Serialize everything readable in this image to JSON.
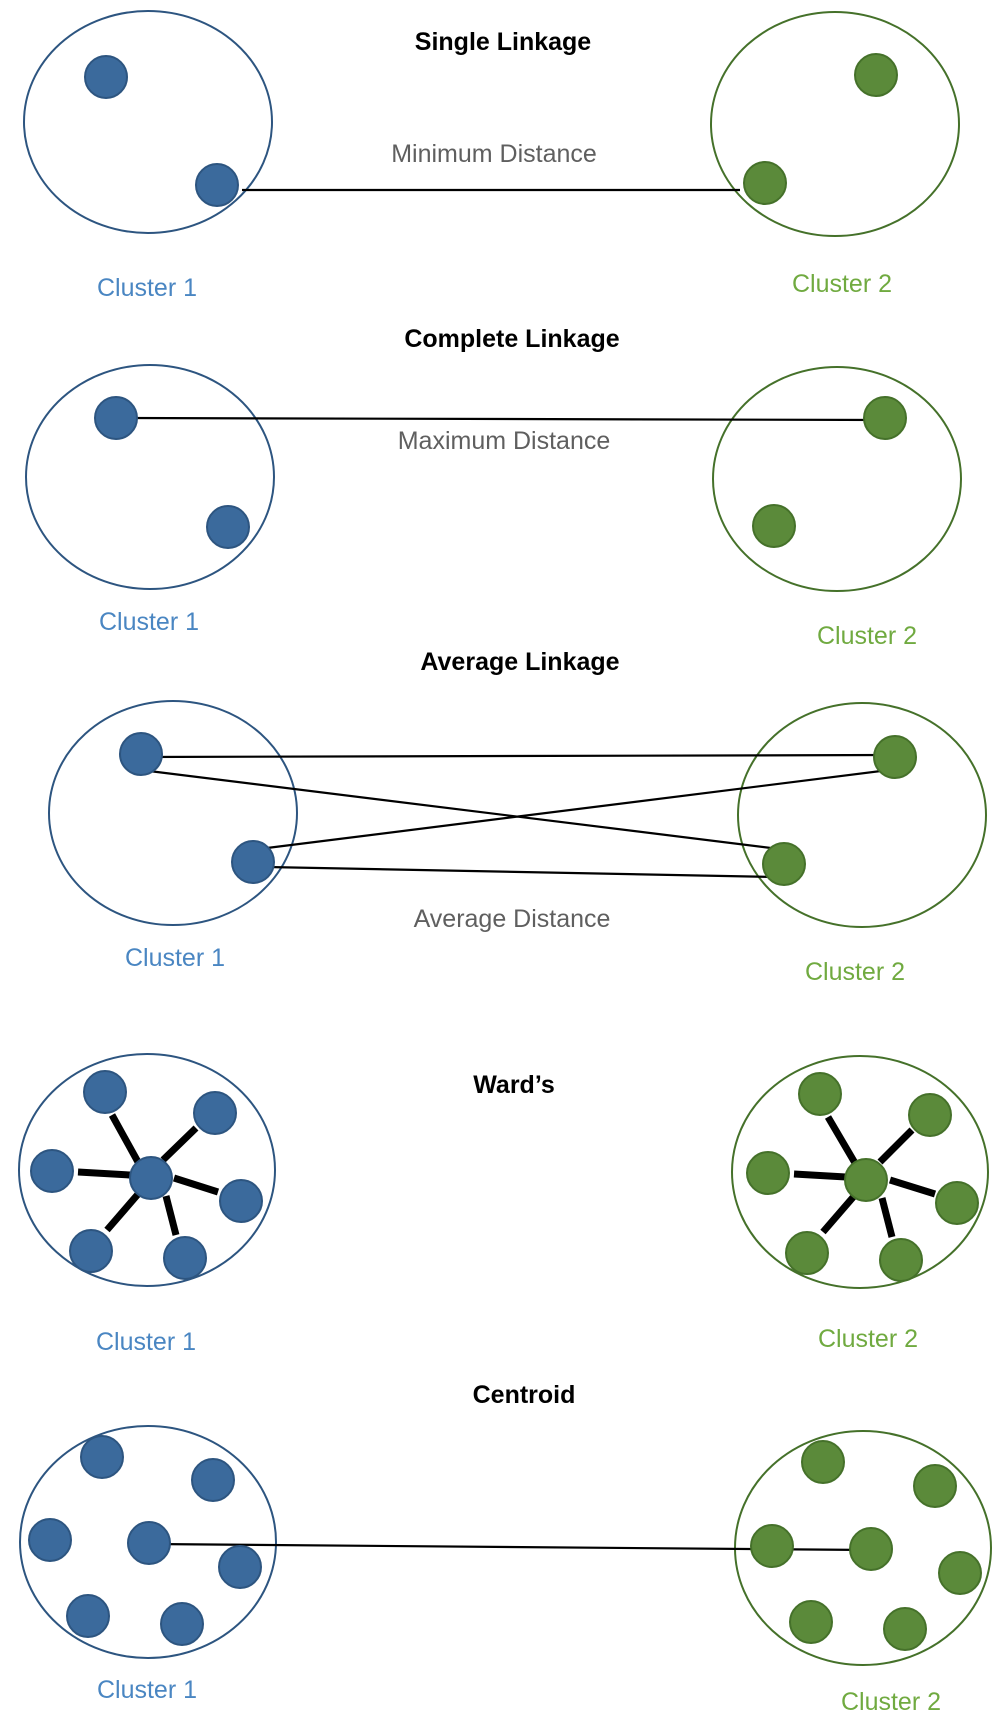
{
  "colors": {
    "cluster1_fill": "#3b6a9c",
    "cluster1_stroke": "#2d5580",
    "cluster1_label": "#4a86c2",
    "cluster2_fill": "#5b8a3a",
    "cluster2_stroke": "#45712a",
    "cluster2_label": "#70aa40",
    "line": "#000000",
    "distance_label": "#5f5f5f",
    "title": "#000000"
  },
  "sections": {
    "single": {
      "title": "Single Linkage",
      "distance_label": "Minimum Distance",
      "cluster1_label": "Cluster 1",
      "cluster2_label": "Cluster 2"
    },
    "complete": {
      "title": "Complete Linkage",
      "distance_label": "Maximum Distance",
      "cluster1_label": "Cluster 1",
      "cluster2_label": "Cluster 2"
    },
    "average": {
      "title": "Average Linkage",
      "distance_label": "Average Distance",
      "cluster1_label": "Cluster 1",
      "cluster2_label": "Cluster 2"
    },
    "wards": {
      "title": "Ward’s",
      "cluster1_label": "Cluster 1",
      "cluster2_label": "Cluster 2"
    },
    "centroid": {
      "title": "Centroid",
      "cluster1_label": "Cluster 1",
      "cluster2_label": "Cluster 2"
    }
  }
}
